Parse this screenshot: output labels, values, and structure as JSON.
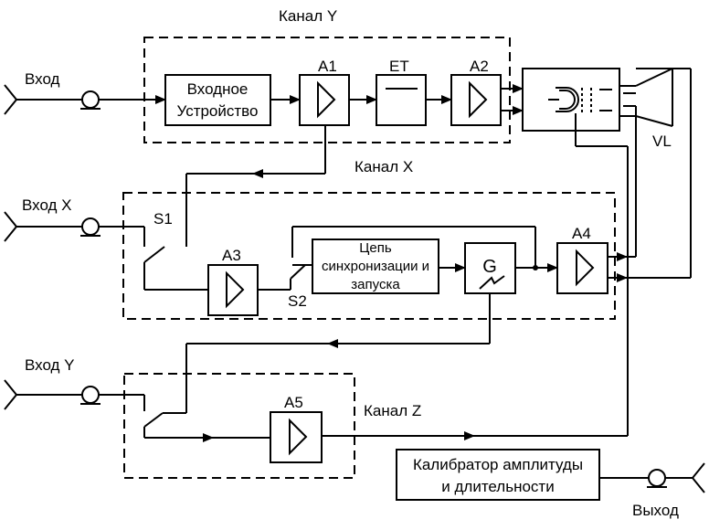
{
  "channels": {
    "y": "Канал Y",
    "x": "Канал X",
    "z": "Канал Z"
  },
  "inputs": {
    "main": "Вход",
    "x": "Вход X",
    "y": "Вход Y"
  },
  "output": "Выход",
  "blocks": {
    "input_device_line1": "Входное",
    "input_device_line2": "Устройство",
    "sync_line1": "Цепь",
    "sync_line2": "синхронизации и",
    "sync_line3": "запуска",
    "generator": "G",
    "calibrator_line1": "Калибратор амплитуды",
    "calibrator_line2": "и длительности"
  },
  "labels": {
    "a1": "A1",
    "a2": "A2",
    "a3": "A3",
    "a4": "A4",
    "a5": "A5",
    "et": "ET",
    "vl": "VL",
    "s1": "S1",
    "s2": "S2"
  }
}
